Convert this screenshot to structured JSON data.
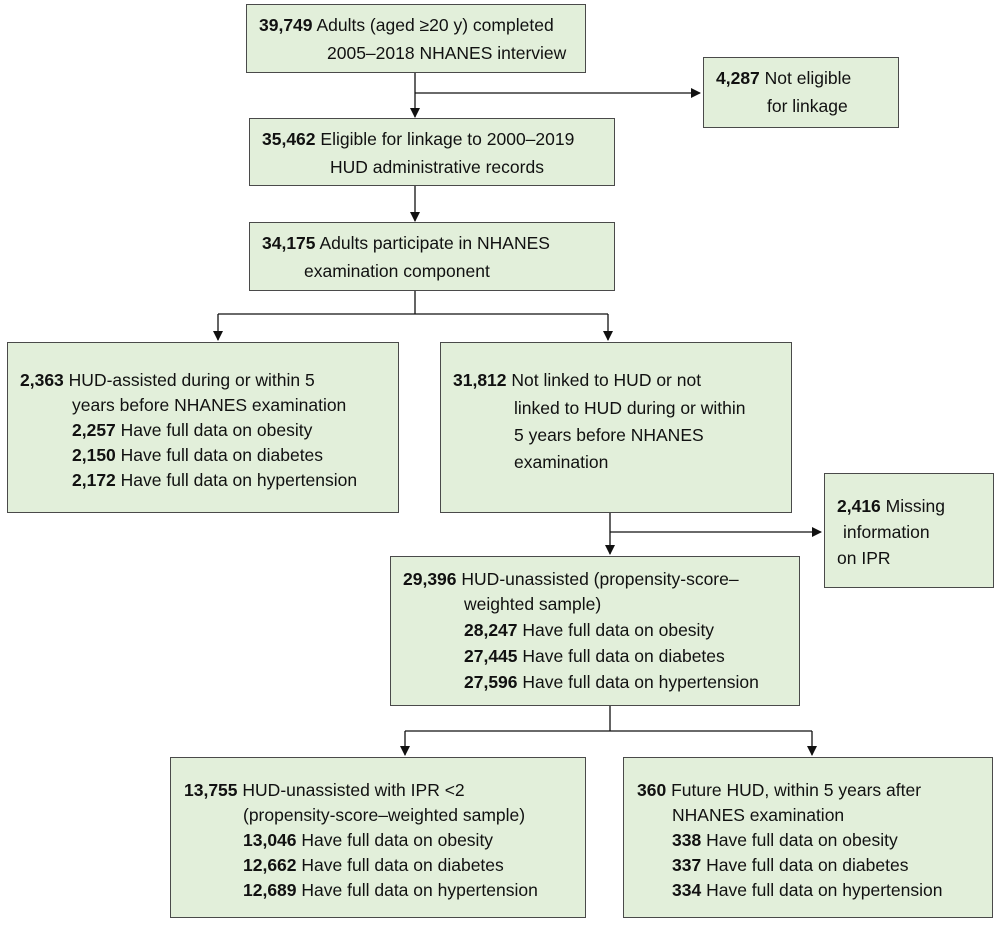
{
  "boxes": {
    "completed": {
      "count": "39,749",
      "line1": "Adults (aged ≥20 y) completed",
      "line2": "2005–2018 NHANES interview"
    },
    "not_eligible": {
      "count": "4,287",
      "line1": "Not eligible",
      "line2": "for linkage"
    },
    "eligible": {
      "count": "35,462",
      "line1": "Eligible for linkage to 2000–2019",
      "line2": "HUD administrative records"
    },
    "exam": {
      "count": "34,175",
      "line1": "Adults participate in NHANES",
      "line2": "examination component"
    },
    "hud_assisted": {
      "count": "2,363",
      "line1": "HUD-assisted during or within 5",
      "line2": "years before NHANES examination",
      "rows": [
        {
          "n": "2,257",
          "label": "Have full data on obesity"
        },
        {
          "n": "2,150",
          "label": "Have full data on diabetes"
        },
        {
          "n": "2,172",
          "label": "Have full data on hypertension"
        }
      ]
    },
    "not_linked": {
      "count": "31,812",
      "line1": "Not linked to HUD or not",
      "line2": "linked to HUD during or within",
      "line3": "5 years before NHANES",
      "line4": "examination"
    },
    "missing_ipr": {
      "count": "2,416",
      "line1": "Missing",
      "line2": "information",
      "line3": "on IPR"
    },
    "unassisted": {
      "count": "29,396",
      "line1": "HUD-unassisted (propensity-score–",
      "line2": "weighted sample)",
      "rows": [
        {
          "n": "28,247",
          "label": "Have full data on obesity"
        },
        {
          "n": "27,445",
          "label": "Have full data on diabetes"
        },
        {
          "n": "27,596",
          "label": "Have full data on hypertension"
        }
      ]
    },
    "ipr_lt2": {
      "count": "13,755",
      "line1": "HUD-unassisted with IPR <2",
      "line2": "(propensity-score–weighted sample)",
      "rows": [
        {
          "n": "13,046",
          "label": "Have full data on obesity"
        },
        {
          "n": "12,662",
          "label": "Have full data on diabetes"
        },
        {
          "n": "12,689",
          "label": "Have full data on hypertension"
        }
      ]
    },
    "future_hud": {
      "count": "360",
      "line1": "Future HUD, within 5 years after",
      "line2": "NHANES examination",
      "rows": [
        {
          "n": "338",
          "label": "Have full data on obesity"
        },
        {
          "n": "337",
          "label": "Have full data on diabetes"
        },
        {
          "n": "334",
          "label": "Have full data on hypertension"
        }
      ]
    }
  }
}
